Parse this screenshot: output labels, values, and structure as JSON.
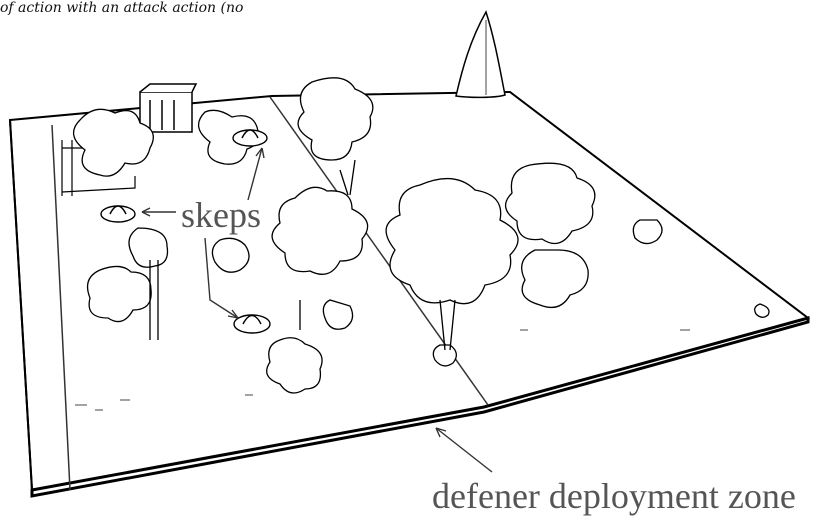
{
  "caption_snippet": "of action with an attack action (no",
  "labels": {
    "skeps": "skeps",
    "zone": "defener deployment zone"
  },
  "icons": [
    "tree-icon",
    "house-icon",
    "bush-icon",
    "beehive-icon",
    "arrow-icon"
  ]
}
